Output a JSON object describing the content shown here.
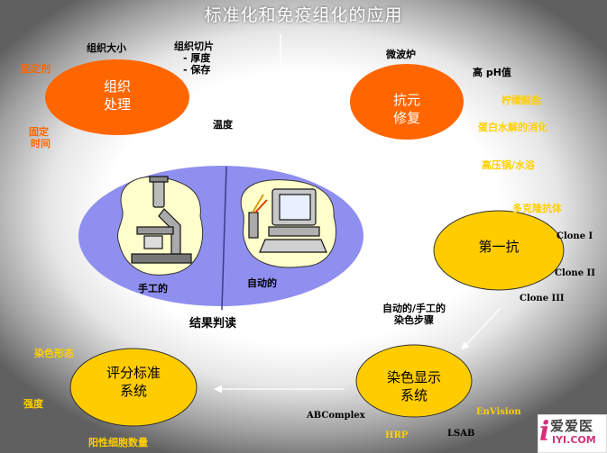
{
  "title": "标准化和免疫组化的应用",
  "nodes": {
    "tissue": {
      "line1": "组织",
      "line2": "处理"
    },
    "retrieval": {
      "line1": "抗元",
      "line2": "修复"
    },
    "primary": {
      "label": "第一抗"
    },
    "detection": {
      "line1": "染色显示",
      "line2": "系统"
    },
    "scoring": {
      "line1": "评分标准",
      "line2": "系统"
    }
  },
  "tissue_labels": {
    "size": "组织大小",
    "section": "组织切片",
    "thickness": "- 厚度",
    "storage": "- 保存",
    "temperature": "温度",
    "fixative": "固定剂",
    "fix_time_1": "固定",
    "fix_time_2": "时间"
  },
  "retrieval_labels": {
    "microwave": "微波炉",
    "high_ph": "高 pH值",
    "citrate": "柠檬酸盐",
    "protease": "蛋白水解的消化",
    "pressure": "高压锅/水浴"
  },
  "primary_labels": {
    "polyclonal": "多克隆抗体",
    "clone1": "Clone I",
    "clone2": "Clone II",
    "clone3": "Clone III"
  },
  "staining_steps": {
    "line1": "自动的/手工的",
    "line2": "染色步骤"
  },
  "detection_labels": {
    "abcomplex": "ABComplex",
    "envision": "EnVision",
    "hrp": "HRP",
    "lsab": "LSAB"
  },
  "reading": {
    "manual": "手工的",
    "automatic": "自动的",
    "result": "结果判读"
  },
  "scoring_labels": {
    "pattern": "染色形态",
    "intensity": "强度",
    "positive_count": "阳性细胞数量"
  },
  "watermark": {
    "letter": "i",
    "cn": "爱爱医",
    "en": "IYI.COM"
  },
  "colors": {
    "orange_node": "#ff6600",
    "yellow_node": "#ffcc00",
    "blue_ellipse": "#8f8ff0",
    "blob": "#ffffcc"
  }
}
